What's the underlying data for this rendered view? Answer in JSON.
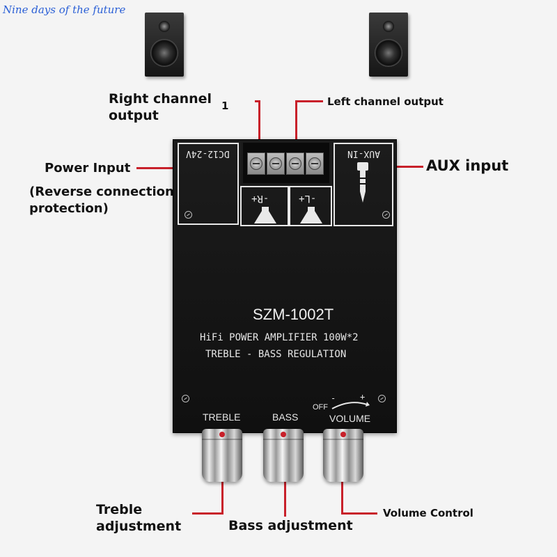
{
  "watermark": "Nine days of the future",
  "callouts": {
    "right_channel_output": "Right channel\noutput",
    "channel_number": "1",
    "left_channel_output": "Left channel output",
    "power_input": "Power Input",
    "reverse_protection": "(Reverse connection\nprotection)",
    "aux_input": "AUX input",
    "treble_adjustment": "Treble\nadjustment",
    "bass_adjustment": "Bass adjustment",
    "volume_control": "Volume Control"
  },
  "board": {
    "dc_label": "DC12-24V",
    "aux_label": "AUX-IN",
    "right_speaker_label": "-R+",
    "left_speaker_label": "-L+",
    "model": "SZM-1002T",
    "spec_line1": "HiFi POWER AMPLIFIER 100W*2",
    "spec_line2": "TREBLE - BASS  REGULATION",
    "knob_labels": {
      "treble": "TREBLE",
      "bass": "BASS",
      "volume": "VOLUME"
    },
    "volume_scale": {
      "off": "OFF",
      "minus": "-",
      "plus": "+"
    }
  },
  "colors": {
    "leader": "#c8202a",
    "board": "#141414",
    "watermark": "#2a5fd6"
  },
  "icons": [
    "speaker-icon",
    "screw-icon",
    "headphone-jack-icon",
    "terminal-screw-icon",
    "knob-icon"
  ]
}
